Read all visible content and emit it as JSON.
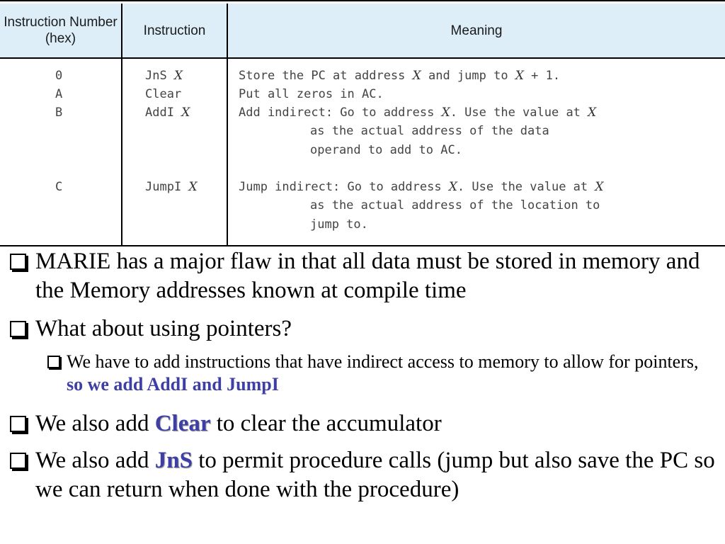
{
  "table": {
    "headers": {
      "number": "Instruction Number (hex)",
      "instruction": "Instruction",
      "meaning": "Meaning"
    },
    "rows": [
      {
        "number": "0",
        "opcode": "JnS",
        "operand": "X",
        "meaning_lines": [
          [
            "Store the PC at address ",
            "X",
            " and jump to ",
            "X",
            " + 1."
          ]
        ]
      },
      {
        "number": "A",
        "opcode": "Clear",
        "operand": "",
        "meaning_lines": [
          [
            "Put all zeros in AC."
          ]
        ]
      },
      {
        "number": "B",
        "opcode": "AddI",
        "operand": "X",
        "meaning_lines": [
          [
            "Add indirect: Go to address ",
            "X",
            ". Use the value at ",
            "X"
          ],
          [
            "as the actual address of the data"
          ],
          [
            "operand to add to AC."
          ]
        ]
      },
      {
        "number": "C",
        "opcode": "JumpI",
        "operand": "X",
        "meaning_lines": [
          [
            "Jump indirect: Go to address ",
            "X",
            ". Use the value at ",
            "X"
          ],
          [
            "as the actual address of the location to"
          ],
          [
            "jump to."
          ]
        ]
      }
    ]
  },
  "bullets": {
    "b1": "MARIE has a major flaw in that all data must be stored in memory and the Memory addresses known at compile time",
    "b2": "What about using pointers?",
    "b2_sub": {
      "text": "We have to add instructions that have indirect access to memory to allow for pointers, ",
      "highlight": "so we add AddI and JumpI"
    },
    "b3": {
      "pre": "We also add ",
      "highlight": "Clear",
      "post": " to clear the accumulator"
    },
    "b4": {
      "pre": "We also add ",
      "highlight": "JnS",
      "post": " to permit procedure calls (jump but also save the PC so we can return when done with the procedure)"
    }
  },
  "colors": {
    "header_bg": "#ddeef8",
    "highlight": "#3d3fa6"
  }
}
